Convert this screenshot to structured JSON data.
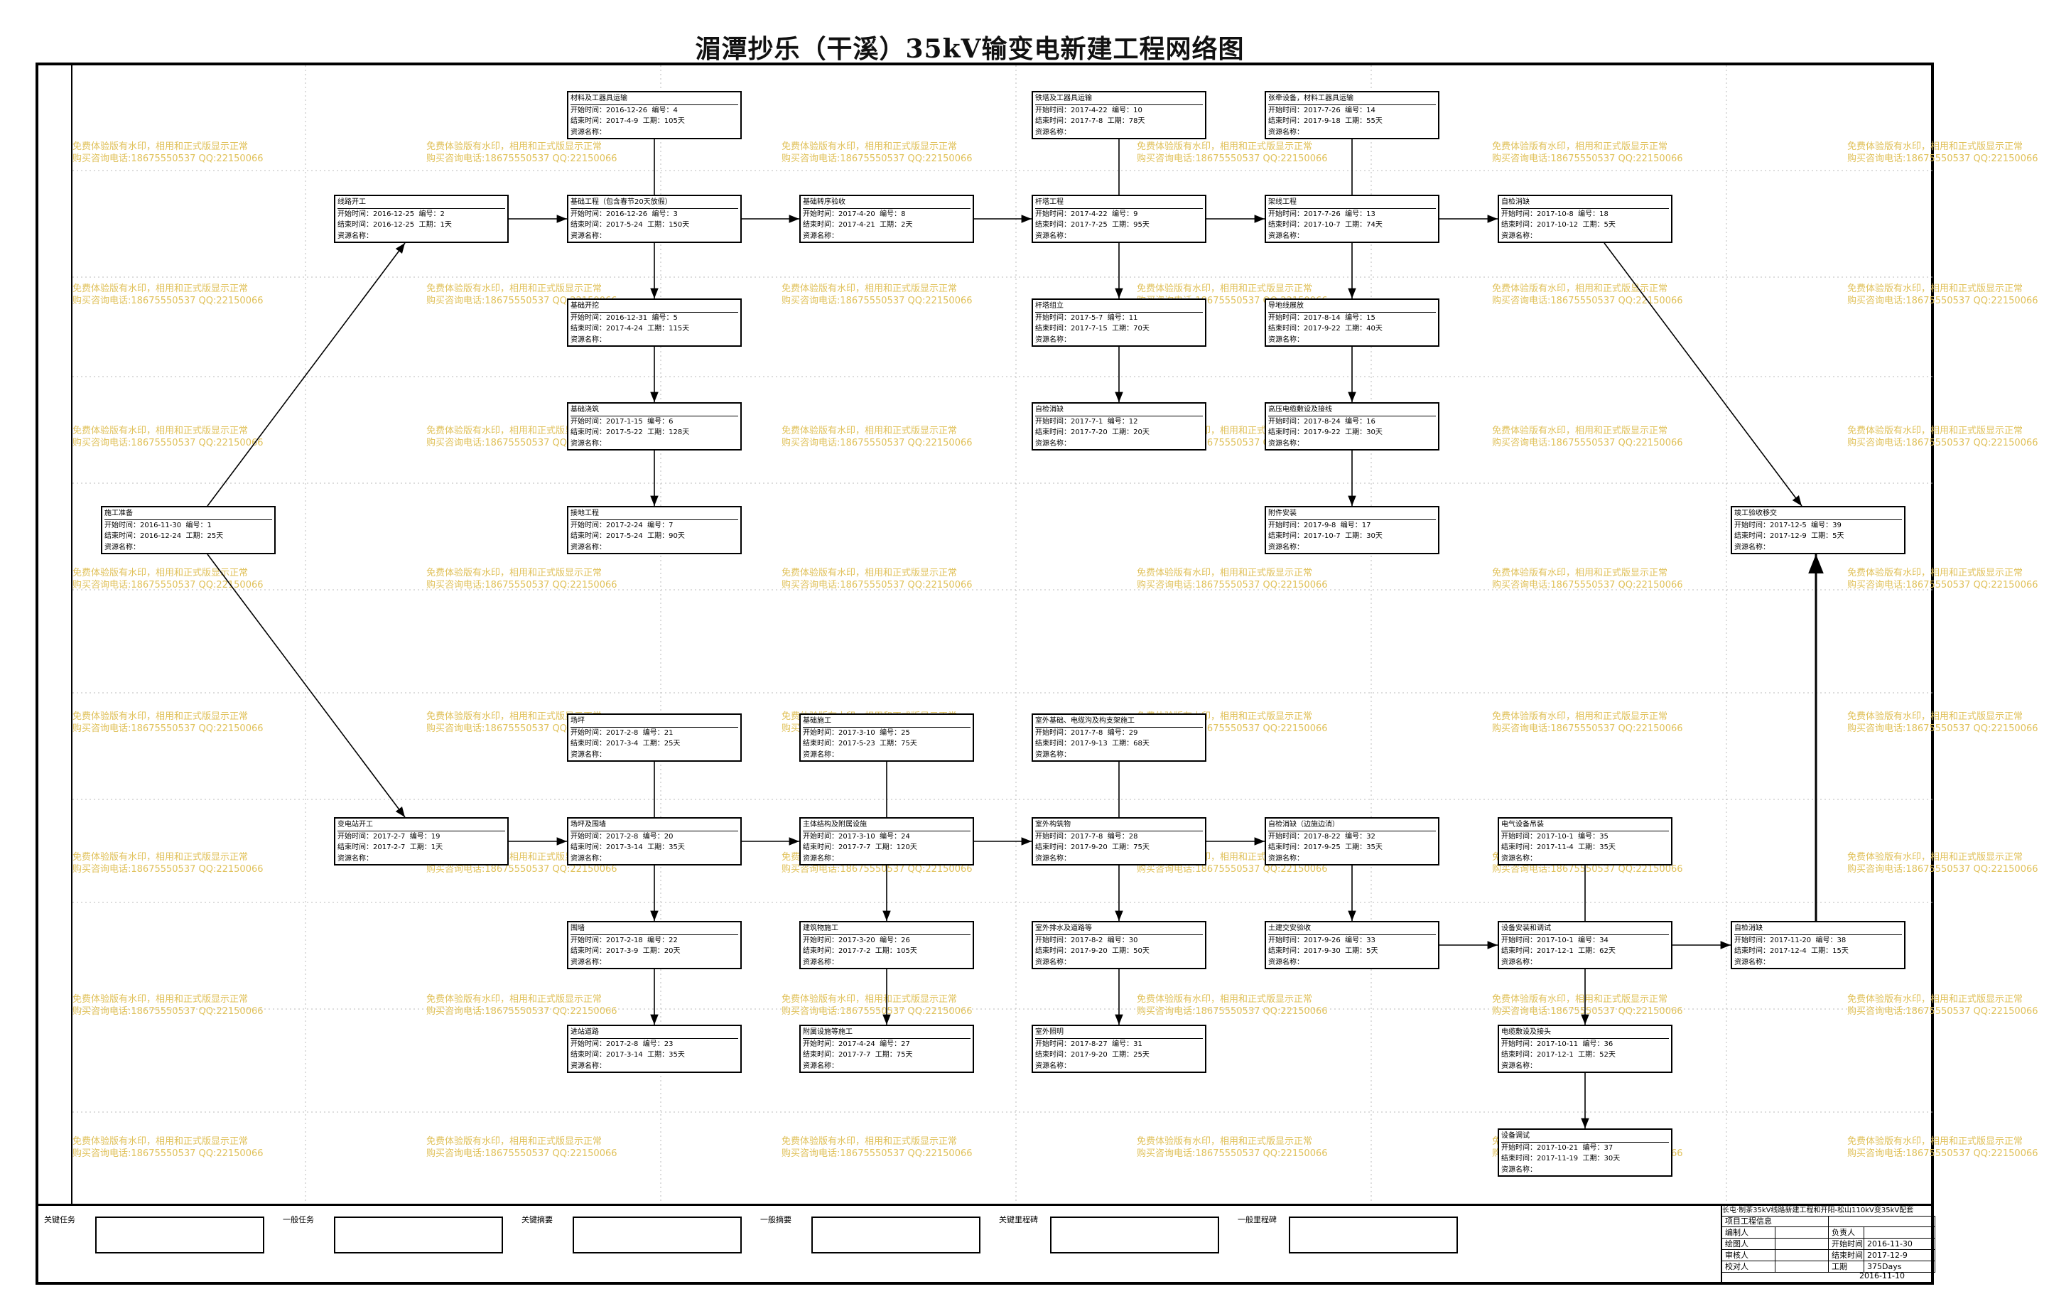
{
  "title": "湄潭抄乐（干溪）35kV输变电新建工程网络图",
  "labels": {
    "start": "开始时间：",
    "end": "结束时间：",
    "num": "编号：",
    "dur": "工期：",
    "res": "资源名称："
  },
  "watermark": {
    "line1": "免费体验版有水印，相用和正式版显示正常",
    "line2": "购买咨询电话:18675550537 QQ:22150066"
  },
  "nodes": [
    {
      "id": 1,
      "name": "施工准备",
      "start": "2016-11-30",
      "end": "2016-12-24",
      "dur": "25天"
    },
    {
      "id": 2,
      "name": "线路开工",
      "start": "2016-12-25",
      "end": "2016-12-25",
      "dur": "1天"
    },
    {
      "id": 4,
      "name": "材料及工器具运输",
      "start": "2016-12-26",
      "end": "2017-4-9",
      "dur": "105天"
    },
    {
      "id": 3,
      "name": "基础工程（包含春节20天放假）",
      "start": "2016-12-26",
      "end": "2017-5-24",
      "dur": "150天"
    },
    {
      "id": 5,
      "name": "基础开挖",
      "start": "2016-12-31",
      "end": "2017-4-24",
      "dur": "115天"
    },
    {
      "id": 6,
      "name": "基础浇筑",
      "start": "2017-1-15",
      "end": "2017-5-22",
      "dur": "128天"
    },
    {
      "id": 7,
      "name": "接地工程",
      "start": "2017-2-24",
      "end": "2017-5-24",
      "dur": "90天"
    },
    {
      "id": 8,
      "name": "基础转序验收",
      "start": "2017-4-20",
      "end": "2017-4-21",
      "dur": "2天"
    },
    {
      "id": 10,
      "name": "铁塔及工器具运输",
      "start": "2017-4-22",
      "end": "2017-7-8",
      "dur": "78天"
    },
    {
      "id": 9,
      "name": "杆塔工程",
      "start": "2017-4-22",
      "end": "2017-7-25",
      "dur": "95天"
    },
    {
      "id": 11,
      "name": "杆塔组立",
      "start": "2017-5-7",
      "end": "2017-7-15",
      "dur": "70天"
    },
    {
      "id": 12,
      "name": "自检消缺",
      "start": "2017-7-1",
      "end": "2017-7-20",
      "dur": "20天"
    },
    {
      "id": 14,
      "name": "张牵设备，材料工器具运输",
      "start": "2017-7-26",
      "end": "2017-9-18",
      "dur": "55天"
    },
    {
      "id": 13,
      "name": "架线工程",
      "start": "2017-7-26",
      "end": "2017-10-7",
      "dur": "74天"
    },
    {
      "id": 15,
      "name": "导地线展放",
      "start": "2017-8-14",
      "end": "2017-9-22",
      "dur": "40天"
    },
    {
      "id": 16,
      "name": "高压电缆敷设及接线",
      "start": "2017-8-24",
      "end": "2017-9-22",
      "dur": "30天"
    },
    {
      "id": 17,
      "name": "附件安装",
      "start": "2017-9-8",
      "end": "2017-10-7",
      "dur": "30天"
    },
    {
      "id": 18,
      "name": "自检消缺",
      "start": "2017-10-8",
      "end": "2017-10-12",
      "dur": "5天"
    },
    {
      "id": 39,
      "name": "竣工验收移交",
      "start": "2017-12-5",
      "end": "2017-12-9",
      "dur": "5天"
    },
    {
      "id": 19,
      "name": "变电站开工",
      "start": "2017-2-7",
      "end": "2017-2-7",
      "dur": "1天"
    },
    {
      "id": 21,
      "name": "场坪",
      "start": "2017-2-8",
      "end": "2017-3-4",
      "dur": "25天"
    },
    {
      "id": 20,
      "name": "场坪及围墙",
      "start": "2017-2-8",
      "end": "2017-3-14",
      "dur": "35天"
    },
    {
      "id": 22,
      "name": "围墙",
      "start": "2017-2-18",
      "end": "2017-3-9",
      "dur": "20天"
    },
    {
      "id": 23,
      "name": "进站道路",
      "start": "2017-2-8",
      "end": "2017-3-14",
      "dur": "35天"
    },
    {
      "id": 25,
      "name": "基础施工",
      "start": "2017-3-10",
      "end": "2017-5-23",
      "dur": "75天"
    },
    {
      "id": 24,
      "name": "主体结构及附属设施",
      "start": "2017-3-10",
      "end": "2017-7-7",
      "dur": "120天"
    },
    {
      "id": 26,
      "name": "建筑物施工",
      "start": "2017-3-20",
      "end": "2017-7-2",
      "dur": "105天"
    },
    {
      "id": 27,
      "name": "附属设施等施工",
      "start": "2017-4-24",
      "end": "2017-7-7",
      "dur": "75天"
    },
    {
      "id": 29,
      "name": "室外基础、电缆沟及构支架施工",
      "start": "2017-7-8",
      "end": "2017-9-13",
      "dur": "68天"
    },
    {
      "id": 28,
      "name": "室外构筑物",
      "start": "2017-7-8",
      "end": "2017-9-20",
      "dur": "75天"
    },
    {
      "id": 30,
      "name": "室外排水及道路等",
      "start": "2017-8-2",
      "end": "2017-9-20",
      "dur": "50天"
    },
    {
      "id": 31,
      "name": "室外照明",
      "start": "2017-8-27",
      "end": "2017-9-20",
      "dur": "25天"
    },
    {
      "id": 32,
      "name": "自检消缺（边施边消）",
      "start": "2017-8-22",
      "end": "2017-9-25",
      "dur": "35天"
    },
    {
      "id": 33,
      "name": "土建交安验收",
      "start": "2017-9-26",
      "end": "2017-9-30",
      "dur": "5天"
    },
    {
      "id": 35,
      "name": "电气设备吊装",
      "start": "2017-10-1",
      "end": "2017-11-4",
      "dur": "35天"
    },
    {
      "id": 34,
      "name": "设备安装和调试",
      "start": "2017-10-1",
      "end": "2017-12-1",
      "dur": "62天"
    },
    {
      "id": 36,
      "name": "电缆敷设及接头",
      "start": "2017-10-11",
      "end": "2017-12-1",
      "dur": "52天"
    },
    {
      "id": 37,
      "name": "设备调试",
      "start": "2017-10-21",
      "end": "2017-11-19",
      "dur": "30天"
    },
    {
      "id": 38,
      "name": "自检消缺",
      "start": "2017-11-20",
      "end": "2017-12-4",
      "dur": "15天"
    }
  ],
  "legend": [
    {
      "label": "关键任务"
    },
    {
      "label": "一般任务"
    },
    {
      "label": "关键摘要"
    },
    {
      "label": "一般摘要"
    },
    {
      "label": "关键里程碑"
    },
    {
      "label": "一般里程碑"
    }
  ],
  "title_block": {
    "header": "长屯·制茶35kV线路新建工程和开阳-松山110kV变35kV配套",
    "sub": "项目工程信息",
    "compiler": "编制人",
    "drafter": "绘图人",
    "reviewer": "审核人",
    "checker": "校对人",
    "leader": "负责人",
    "start_label": "开始时间",
    "start": "2016-11-30",
    "end_label": "结束时间",
    "end": "2017-12-9",
    "dur_label": "工期",
    "dur": "375Days",
    "date": "2016-11-10"
  }
}
